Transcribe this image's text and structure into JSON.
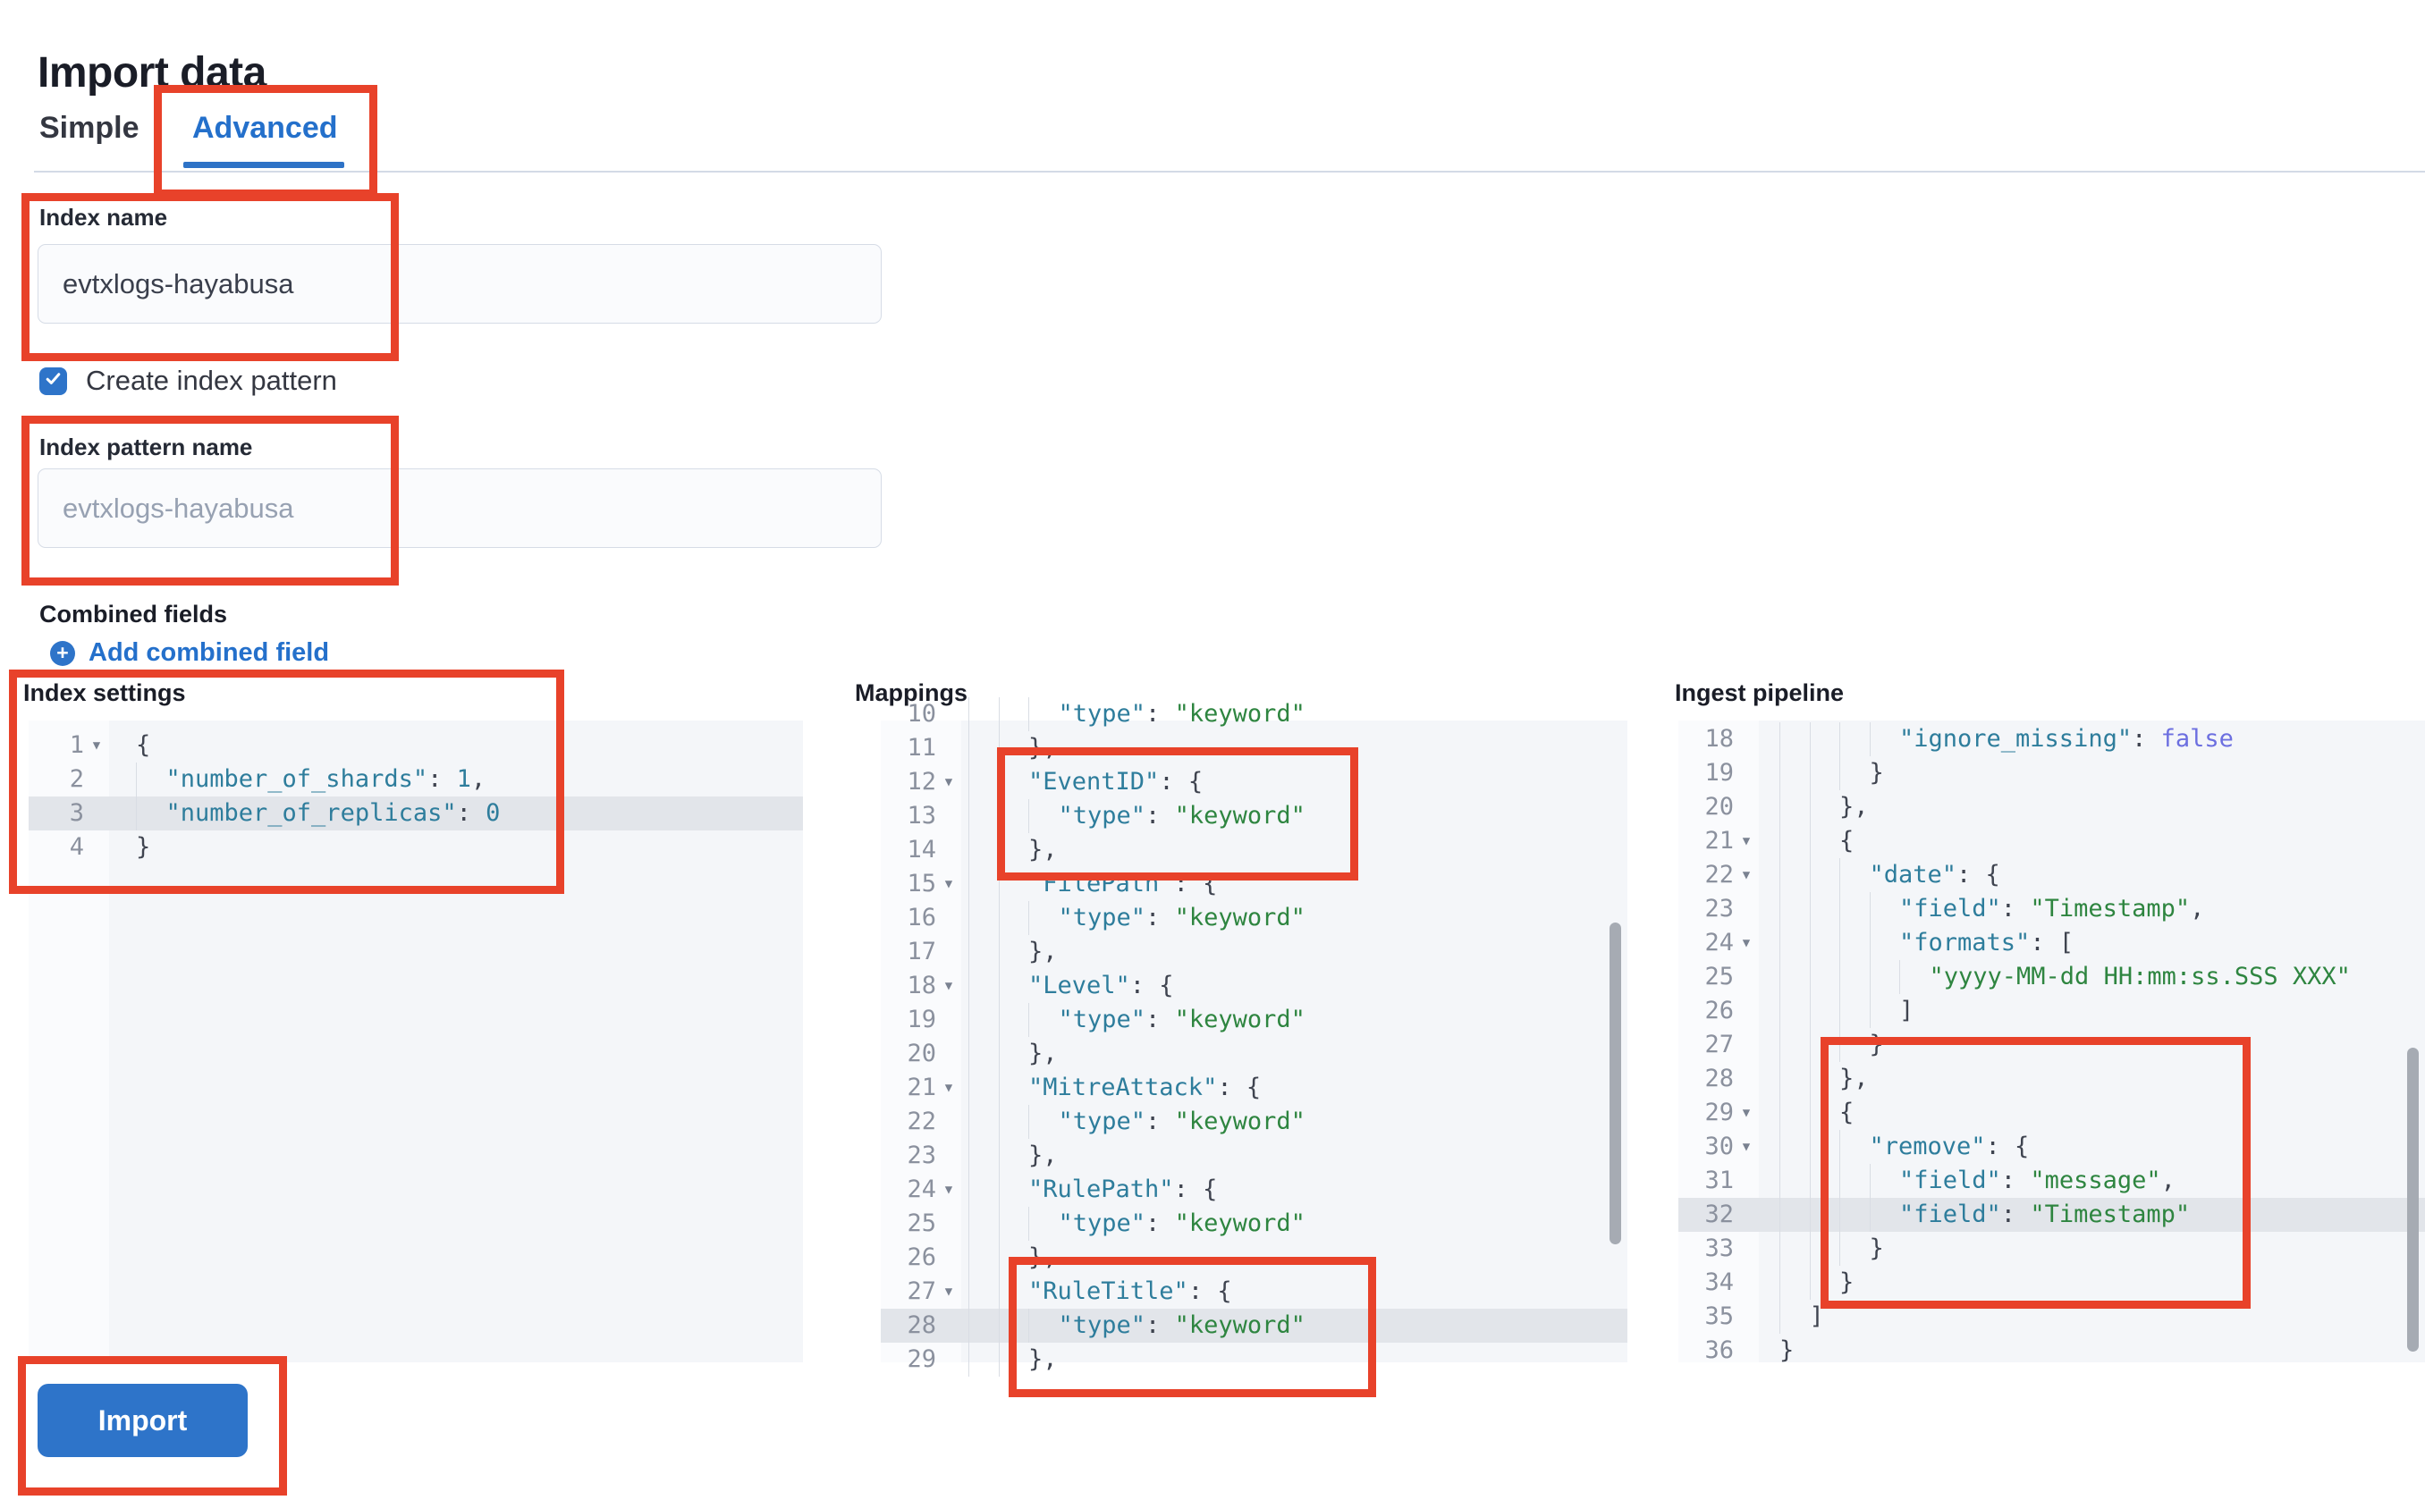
{
  "header": {
    "title": "Import data"
  },
  "tabs": [
    {
      "label": "Simple",
      "active": false
    },
    {
      "label": "Advanced",
      "active": true
    }
  ],
  "form": {
    "index_name_label": "Index name",
    "index_name_value": "evtxlogs-hayabusa",
    "create_index_pattern_label": "Create index pattern",
    "create_index_pattern_checked": true,
    "index_pattern_label": "Index pattern name",
    "index_pattern_placeholder": "evtxlogs-hayabusa",
    "combined_fields_label": "Combined fields",
    "add_combined_field_label": "Add combined field"
  },
  "editors": [
    {
      "id": "index-settings",
      "label": "Index settings",
      "lines": [
        {
          "n": 1,
          "fold": true,
          "ind": 0,
          "t": [
            [
              "p",
              "{"
            ]
          ]
        },
        {
          "n": 2,
          "ind": 1,
          "t": [
            [
              "k",
              "\"number_of_shards\""
            ],
            [
              "p",
              ": "
            ],
            [
              "n",
              "1"
            ],
            [
              "p",
              ","
            ]
          ]
        },
        {
          "n": 3,
          "ind": 1,
          "hl": true,
          "t": [
            [
              "k",
              "\"number_of_replicas\""
            ],
            [
              "p",
              ": "
            ],
            [
              "n",
              "0"
            ]
          ]
        },
        {
          "n": 4,
          "ind": 0,
          "t": [
            [
              "p",
              "}"
            ]
          ]
        }
      ]
    },
    {
      "id": "mappings",
      "label": "Mappings",
      "lines": [
        {
          "n": 10,
          "ind": 3,
          "t": [
            [
              "k",
              "\"type\""
            ],
            [
              "p",
              ": "
            ],
            [
              "s",
              "\"keyword\""
            ]
          ]
        },
        {
          "n": 11,
          "ind": 2,
          "t": [
            [
              "p",
              "},"
            ]
          ]
        },
        {
          "n": 12,
          "fold": true,
          "ind": 2,
          "t": [
            [
              "k",
              "\"EventID\""
            ],
            [
              "p",
              ": {"
            ]
          ]
        },
        {
          "n": 13,
          "ind": 3,
          "t": [
            [
              "k",
              "\"type\""
            ],
            [
              "p",
              ": "
            ],
            [
              "s",
              "\"keyword\""
            ]
          ]
        },
        {
          "n": 14,
          "ind": 2,
          "t": [
            [
              "p",
              "},"
            ]
          ]
        },
        {
          "n": 15,
          "fold": true,
          "ind": 2,
          "t": [
            [
              "k",
              "\"FilePath\""
            ],
            [
              "p",
              ": {"
            ]
          ]
        },
        {
          "n": 16,
          "ind": 3,
          "t": [
            [
              "k",
              "\"type\""
            ],
            [
              "p",
              ": "
            ],
            [
              "s",
              "\"keyword\""
            ]
          ]
        },
        {
          "n": 17,
          "ind": 2,
          "t": [
            [
              "p",
              "},"
            ]
          ]
        },
        {
          "n": 18,
          "fold": true,
          "ind": 2,
          "t": [
            [
              "k",
              "\"Level\""
            ],
            [
              "p",
              ": {"
            ]
          ]
        },
        {
          "n": 19,
          "ind": 3,
          "t": [
            [
              "k",
              "\"type\""
            ],
            [
              "p",
              ": "
            ],
            [
              "s",
              "\"keyword\""
            ]
          ]
        },
        {
          "n": 20,
          "ind": 2,
          "t": [
            [
              "p",
              "},"
            ]
          ]
        },
        {
          "n": 21,
          "fold": true,
          "ind": 2,
          "t": [
            [
              "k",
              "\"MitreAttack\""
            ],
            [
              "p",
              ": {"
            ]
          ]
        },
        {
          "n": 22,
          "ind": 3,
          "t": [
            [
              "k",
              "\"type\""
            ],
            [
              "p",
              ": "
            ],
            [
              "s",
              "\"keyword\""
            ]
          ]
        },
        {
          "n": 23,
          "ind": 2,
          "t": [
            [
              "p",
              "},"
            ]
          ]
        },
        {
          "n": 24,
          "fold": true,
          "ind": 2,
          "t": [
            [
              "k",
              "\"RulePath\""
            ],
            [
              "p",
              ": {"
            ]
          ]
        },
        {
          "n": 25,
          "ind": 3,
          "t": [
            [
              "k",
              "\"type\""
            ],
            [
              "p",
              ": "
            ],
            [
              "s",
              "\"keyword\""
            ]
          ]
        },
        {
          "n": 26,
          "ind": 2,
          "t": [
            [
              "p",
              "},"
            ]
          ]
        },
        {
          "n": 27,
          "fold": true,
          "ind": 2,
          "t": [
            [
              "k",
              "\"RuleTitle\""
            ],
            [
              "p",
              ": {"
            ]
          ]
        },
        {
          "n": 28,
          "ind": 3,
          "hl": true,
          "t": [
            [
              "k",
              "\"type\""
            ],
            [
              "p",
              ": "
            ],
            [
              "s",
              "\"keyword\""
            ]
          ]
        },
        {
          "n": 29,
          "ind": 2,
          "t": [
            [
              "p",
              "},"
            ]
          ]
        }
      ]
    },
    {
      "id": "ingest-pipeline",
      "label": "Ingest pipeline",
      "lines": [
        {
          "n": 18,
          "ind": 4,
          "t": [
            [
              "k",
              "\"ignore_missing\""
            ],
            [
              "p",
              ": "
            ],
            [
              "l",
              "false"
            ]
          ]
        },
        {
          "n": 19,
          "ind": 3,
          "t": [
            [
              "p",
              "}"
            ]
          ]
        },
        {
          "n": 20,
          "ind": 2,
          "t": [
            [
              "p",
              "},"
            ]
          ]
        },
        {
          "n": 21,
          "fold": true,
          "ind": 2,
          "t": [
            [
              "p",
              "{"
            ]
          ]
        },
        {
          "n": 22,
          "fold": true,
          "ind": 3,
          "t": [
            [
              "k",
              "\"date\""
            ],
            [
              "p",
              ": {"
            ]
          ]
        },
        {
          "n": 23,
          "ind": 4,
          "t": [
            [
              "k",
              "\"field\""
            ],
            [
              "p",
              ": "
            ],
            [
              "s",
              "\"Timestamp\""
            ],
            [
              "p",
              ","
            ]
          ]
        },
        {
          "n": 24,
          "fold": true,
          "ind": 4,
          "t": [
            [
              "k",
              "\"formats\""
            ],
            [
              "p",
              ": ["
            ]
          ]
        },
        {
          "n": 25,
          "ind": 5,
          "t": [
            [
              "s",
              "\"yyyy-MM-dd HH:mm:ss.SSS XXX\""
            ]
          ]
        },
        {
          "n": 26,
          "ind": 4,
          "t": [
            [
              "p",
              "]"
            ]
          ]
        },
        {
          "n": 27,
          "ind": 3,
          "t": [
            [
              "p",
              "}"
            ]
          ]
        },
        {
          "n": 28,
          "ind": 2,
          "t": [
            [
              "p",
              "},"
            ]
          ]
        },
        {
          "n": 29,
          "fold": true,
          "ind": 2,
          "t": [
            [
              "p",
              "{"
            ]
          ]
        },
        {
          "n": 30,
          "fold": true,
          "ind": 3,
          "t": [
            [
              "k",
              "\"remove\""
            ],
            [
              "p",
              ": {"
            ]
          ]
        },
        {
          "n": 31,
          "ind": 4,
          "t": [
            [
              "k",
              "\"field\""
            ],
            [
              "p",
              ": "
            ],
            [
              "s",
              "\"message\""
            ],
            [
              "p",
              ","
            ]
          ]
        },
        {
          "n": 32,
          "ind": 4,
          "hl": true,
          "t": [
            [
              "k",
              "\"field\""
            ],
            [
              "p",
              ": "
            ],
            [
              "s",
              "\"Timestamp\""
            ]
          ]
        },
        {
          "n": 33,
          "ind": 3,
          "t": [
            [
              "p",
              "}"
            ]
          ]
        },
        {
          "n": 34,
          "ind": 2,
          "t": [
            [
              "p",
              "}"
            ]
          ]
        },
        {
          "n": 35,
          "ind": 1,
          "t": [
            [
              "p",
              "]"
            ]
          ]
        },
        {
          "n": 36,
          "ind": 0,
          "t": [
            [
              "p",
              "}"
            ]
          ]
        }
      ]
    }
  ],
  "import_button": {
    "label": "Import"
  },
  "colors": {
    "accent_blue": "#2e74c9",
    "link_blue": "#2470cb",
    "annotation_red": "#e8422a",
    "code_key": "#2e7d9c",
    "code_string": "#2e8540",
    "code_number": "#2e7d9c",
    "code_literal": "#6c6fe0",
    "active_line": "#e2e5ea"
  }
}
